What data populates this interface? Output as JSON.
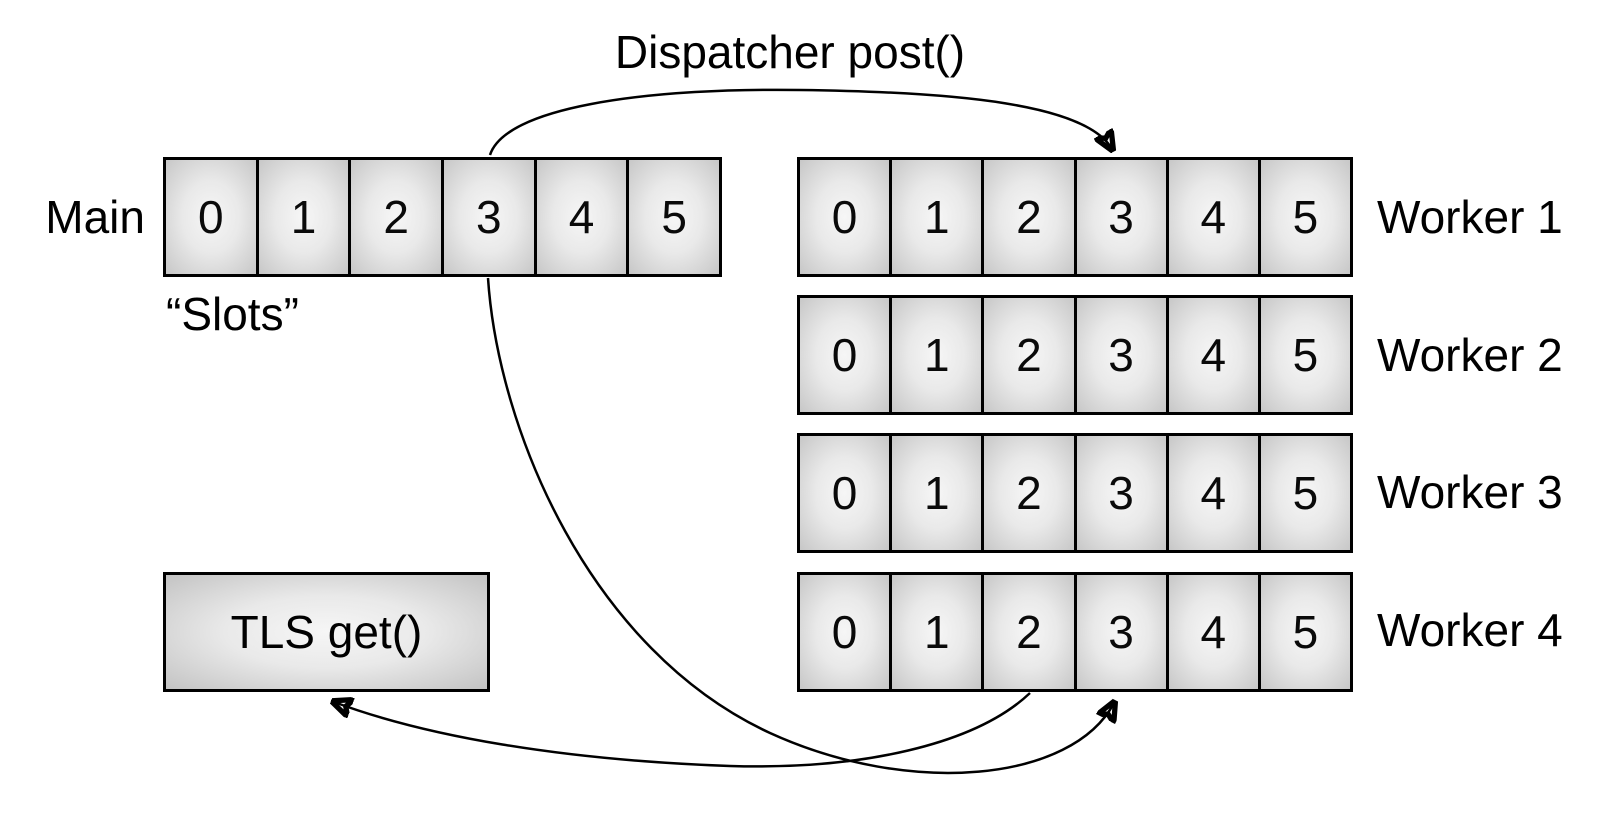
{
  "title": "Dispatcher post()",
  "main": {
    "label": "Main",
    "sublabel": "“Slots”",
    "cells": [
      "0",
      "1",
      "2",
      "3",
      "4",
      "5"
    ]
  },
  "workers": [
    {
      "label": "Worker 1",
      "cells": [
        "0",
        "1",
        "2",
        "3",
        "4",
        "5"
      ]
    },
    {
      "label": "Worker 2",
      "cells": [
        "0",
        "1",
        "2",
        "3",
        "4",
        "5"
      ]
    },
    {
      "label": "Worker 3",
      "cells": [
        "0",
        "1",
        "2",
        "3",
        "4",
        "5"
      ]
    },
    {
      "label": "Worker 4",
      "cells": [
        "0",
        "1",
        "2",
        "3",
        "4",
        "5"
      ]
    }
  ],
  "tls": {
    "label": "TLS get()"
  },
  "arrows": [
    {
      "name": "dispatcher-post-arrow",
      "from": "main-slot-3-top",
      "to": "worker-1-slot-3-top"
    },
    {
      "name": "post-to-worker-4-arrow",
      "from": "main-slot-3-bottom",
      "to": "worker-4-slot-3-bottom"
    },
    {
      "name": "worker-4-to-tls-arrow",
      "from": "worker-4-slot-2-bottom",
      "to": "tls-box-bottom"
    }
  ],
  "colors": {
    "background": "#ffffff",
    "border": "#000000",
    "arrow": "#000000",
    "cell_center": "#f6f6f6",
    "cell_edge": "#c7c7c7",
    "text": "#000000"
  }
}
